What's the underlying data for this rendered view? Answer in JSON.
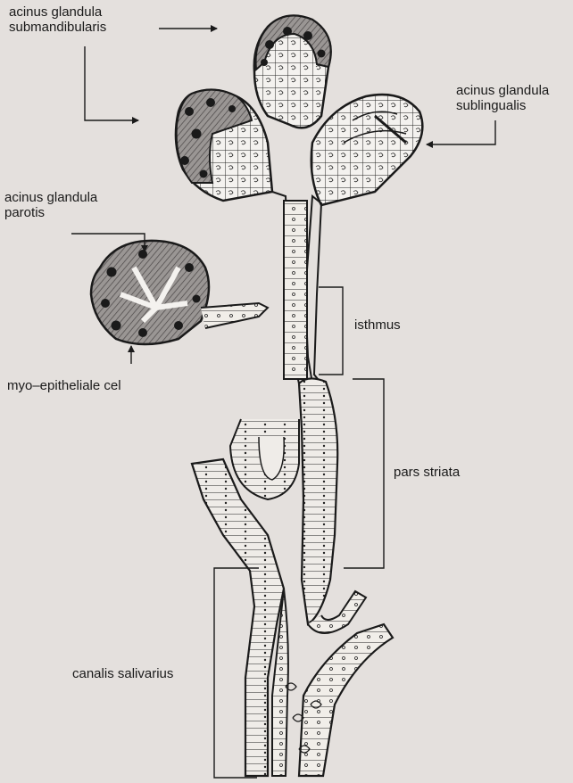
{
  "labels": {
    "submandibularis": {
      "line1": "acinus glandula",
      "line2": "submandibularis"
    },
    "sublingualis": {
      "line1": "acinus glandula",
      "line2": "sublingualis"
    },
    "parotis": {
      "line1": "acinus glandula",
      "line2": "parotis"
    },
    "myoepithelial": "myo–epitheliale cel",
    "isthmus": "isthmus",
    "pars_striata": "pars striata",
    "canalis_salivarius": "canalis salivarius"
  },
  "colors": {
    "background": "#e4e0dd",
    "ink": "#1a1a1a",
    "serous_fill": "#8e8a88",
    "cell_fill": "#f4f2ef",
    "duct_fill": "#efece8"
  }
}
